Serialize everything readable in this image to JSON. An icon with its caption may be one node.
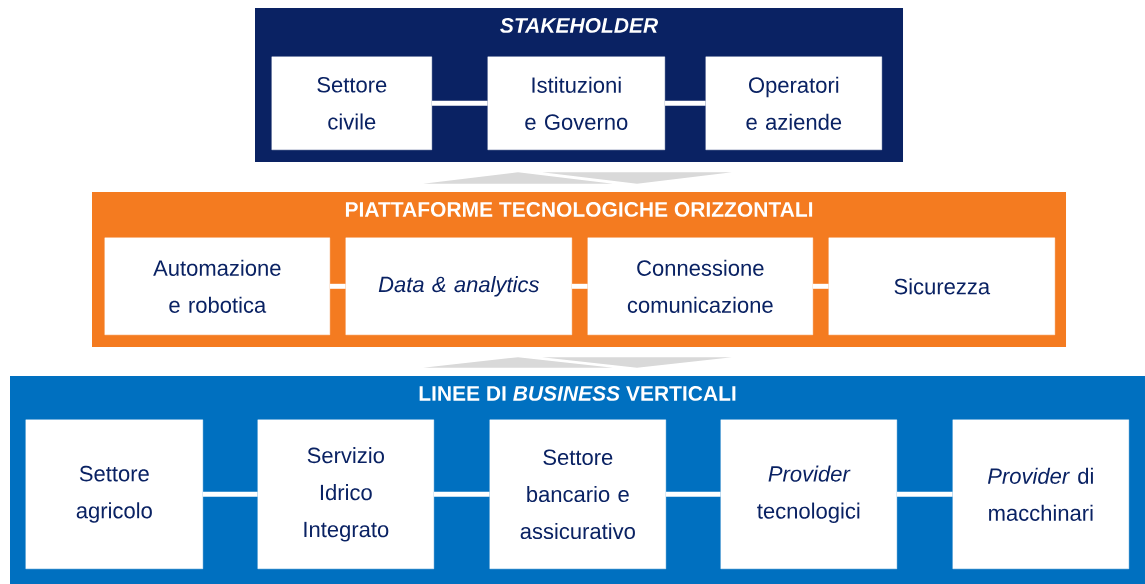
{
  "diagram": {
    "nodes": [
      {
        "text": [
          "STAKEHOLDER"
        ]
      },
      {
        "text": [
          "Settore civile"
        ],
        "in": 0
      },
      {
        "text": [
          "Istituzioni e Governo"
        ],
        "in": 0
      },
      {
        "text": [
          "Operatori e aziende"
        ],
        "in": 0
      },
      {
        "text": [
          "PIATTAFORME TECNOLOGICHE ORIZZONTALI"
        ]
      },
      {
        "text": [
          "Automazione e robotica"
        ],
        "in": 4
      },
      {
        "text": [
          "Data & analytics"
        ],
        "in": 4
      },
      {
        "text": [
          "Connessione comunicazione"
        ],
        "in": 4
      },
      {
        "text": [
          "Sicurezza"
        ],
        "in": 4
      },
      {
        "text": [
          "LINEE DI *BUSINESS* VERTICALI"
        ]
      },
      {
        "text": [
          "Settore agricolo"
        ],
        "in": 9
      },
      {
        "text": [
          "Servizio Idrico Integrato"
        ],
        "in": 9
      },
      {
        "text": [
          "Settore bancario e assicurativo"
        ],
        "in": 9
      },
      {
        "text": [
          "*Provider* tecnologici"
        ],
        "in": 9
      },
      {
        "text": [
          "*Provider* di macchinari"
        ],
        "in": 9
      }
    ],
    "edges": [
      {
        "from": 1,
        "to": 2,
        "arrow": "none"
      },
      {
        "from": 2,
        "to": 3,
        "arrow": "none"
      },
      {
        "from": 4,
        "to": 0,
        "arrow": "to",
        "color": "#d9d9d9"
      },
      {
        "from": 0,
        "to": 4,
        "arrow": "to",
        "color": "#d9d9d9"
      },
      {
        "from": 5,
        "to": 6,
        "arrow": "none"
      },
      {
        "from": 6,
        "to": 7,
        "arrow": "none"
      },
      {
        "from": 7,
        "to": 8,
        "arrow": "none"
      },
      {
        "from": 9,
        "to": 4,
        "arrow": "to",
        "color": "#d9d9d9"
      },
      {
        "from": 4,
        "to": 9,
        "arrow": "to",
        "color": "#d9d9d9"
      },
      {
        "from": 10,
        "to": 11,
        "arrow": "none"
      },
      {
        "from": 11,
        "to": 12,
        "arrow": "none"
      },
      {
        "from": 12,
        "to": 13,
        "arrow": "none"
      },
      {
        "from": 13,
        "to": 14,
        "arrow": "none"
      }
    ]
  }
}
